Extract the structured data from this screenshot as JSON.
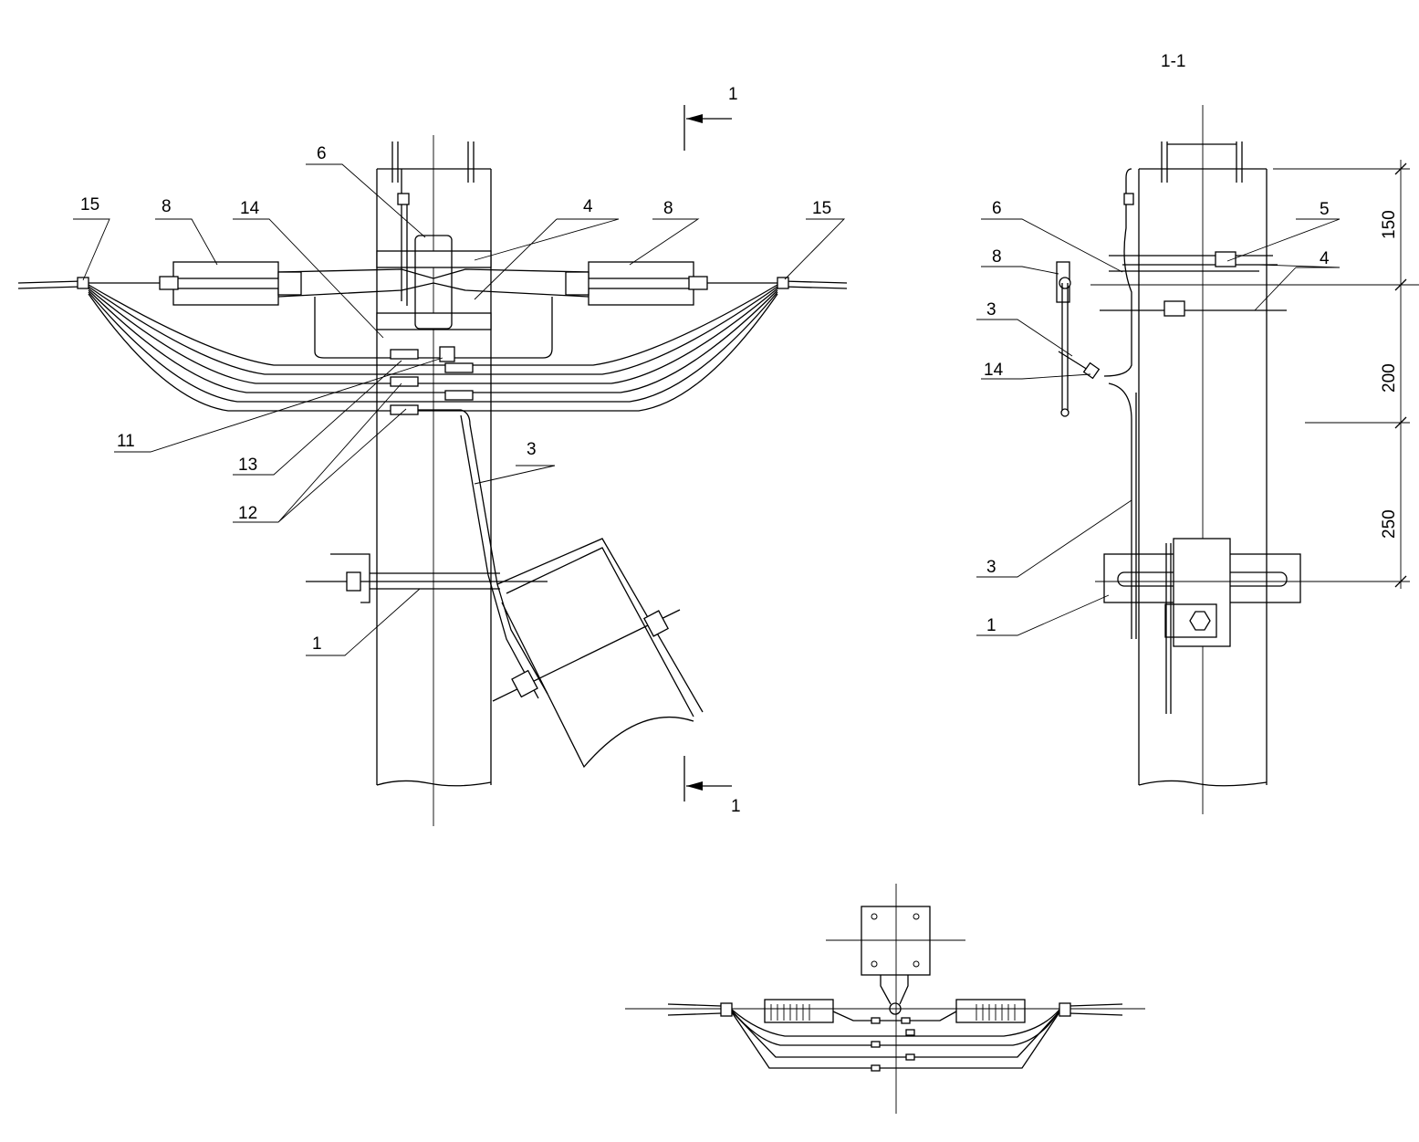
{
  "main_view": {
    "section_marks": [
      "1",
      "1"
    ],
    "callouts": {
      "messenger_clamp_left": "15",
      "insulator_left": "8",
      "piercing_clamp": "14",
      "hook": "6",
      "band": "4",
      "insulator_right": "8",
      "messenger_clamp_right": "15",
      "connector_11": "11",
      "connector_13": "13",
      "connector_12": "12",
      "cable": "3",
      "bracket": "1"
    }
  },
  "section_view": {
    "title": "1-1",
    "callouts": {
      "hook": "6",
      "strap": "5",
      "insulator": "8",
      "band": "4",
      "cable_upper": "3",
      "piercing_clamp": "14",
      "cable_lower": "3",
      "bracket": "1"
    },
    "dimensions": [
      "150",
      "200",
      "250"
    ]
  }
}
